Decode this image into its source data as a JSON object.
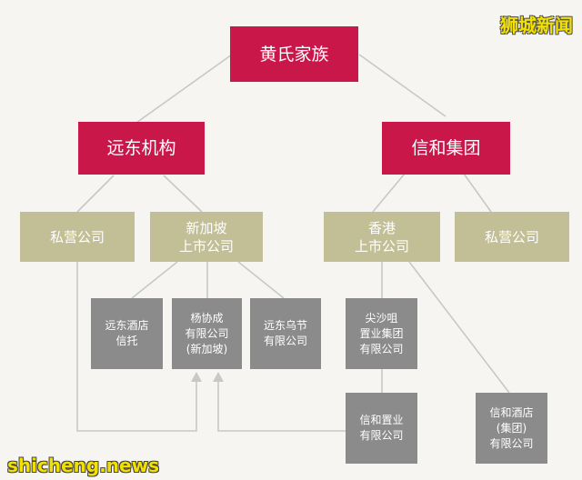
{
  "colors": {
    "red": "#c9174a",
    "gold": "#c2be95",
    "grey": "#8b8b8b",
    "line": "#c8c8c8"
  },
  "watermark": {
    "top_right": "狮城新闻",
    "bottom_left": "shicheng.news"
  },
  "nodes": {
    "root": "黄氏家族",
    "fareast": "远东机构",
    "sino": "信和集团",
    "private1": "私营公司",
    "sg_listed": "新加坡\n上市公司",
    "hk_listed": "香港\n上市公司",
    "private2": "私营公司",
    "fe_reit": "远东酒店\n信托",
    "yeo_hiap_seng": "杨协成\n有限公司\n(新加坡)",
    "fe_orchard": "远东乌节\n有限公司",
    "tst": "尖沙咀\n置业集团\n有限公司",
    "sino_land": "信和置业\n有限公司",
    "sino_hotels": "信和酒店\n(集团)\n有限公司"
  }
}
